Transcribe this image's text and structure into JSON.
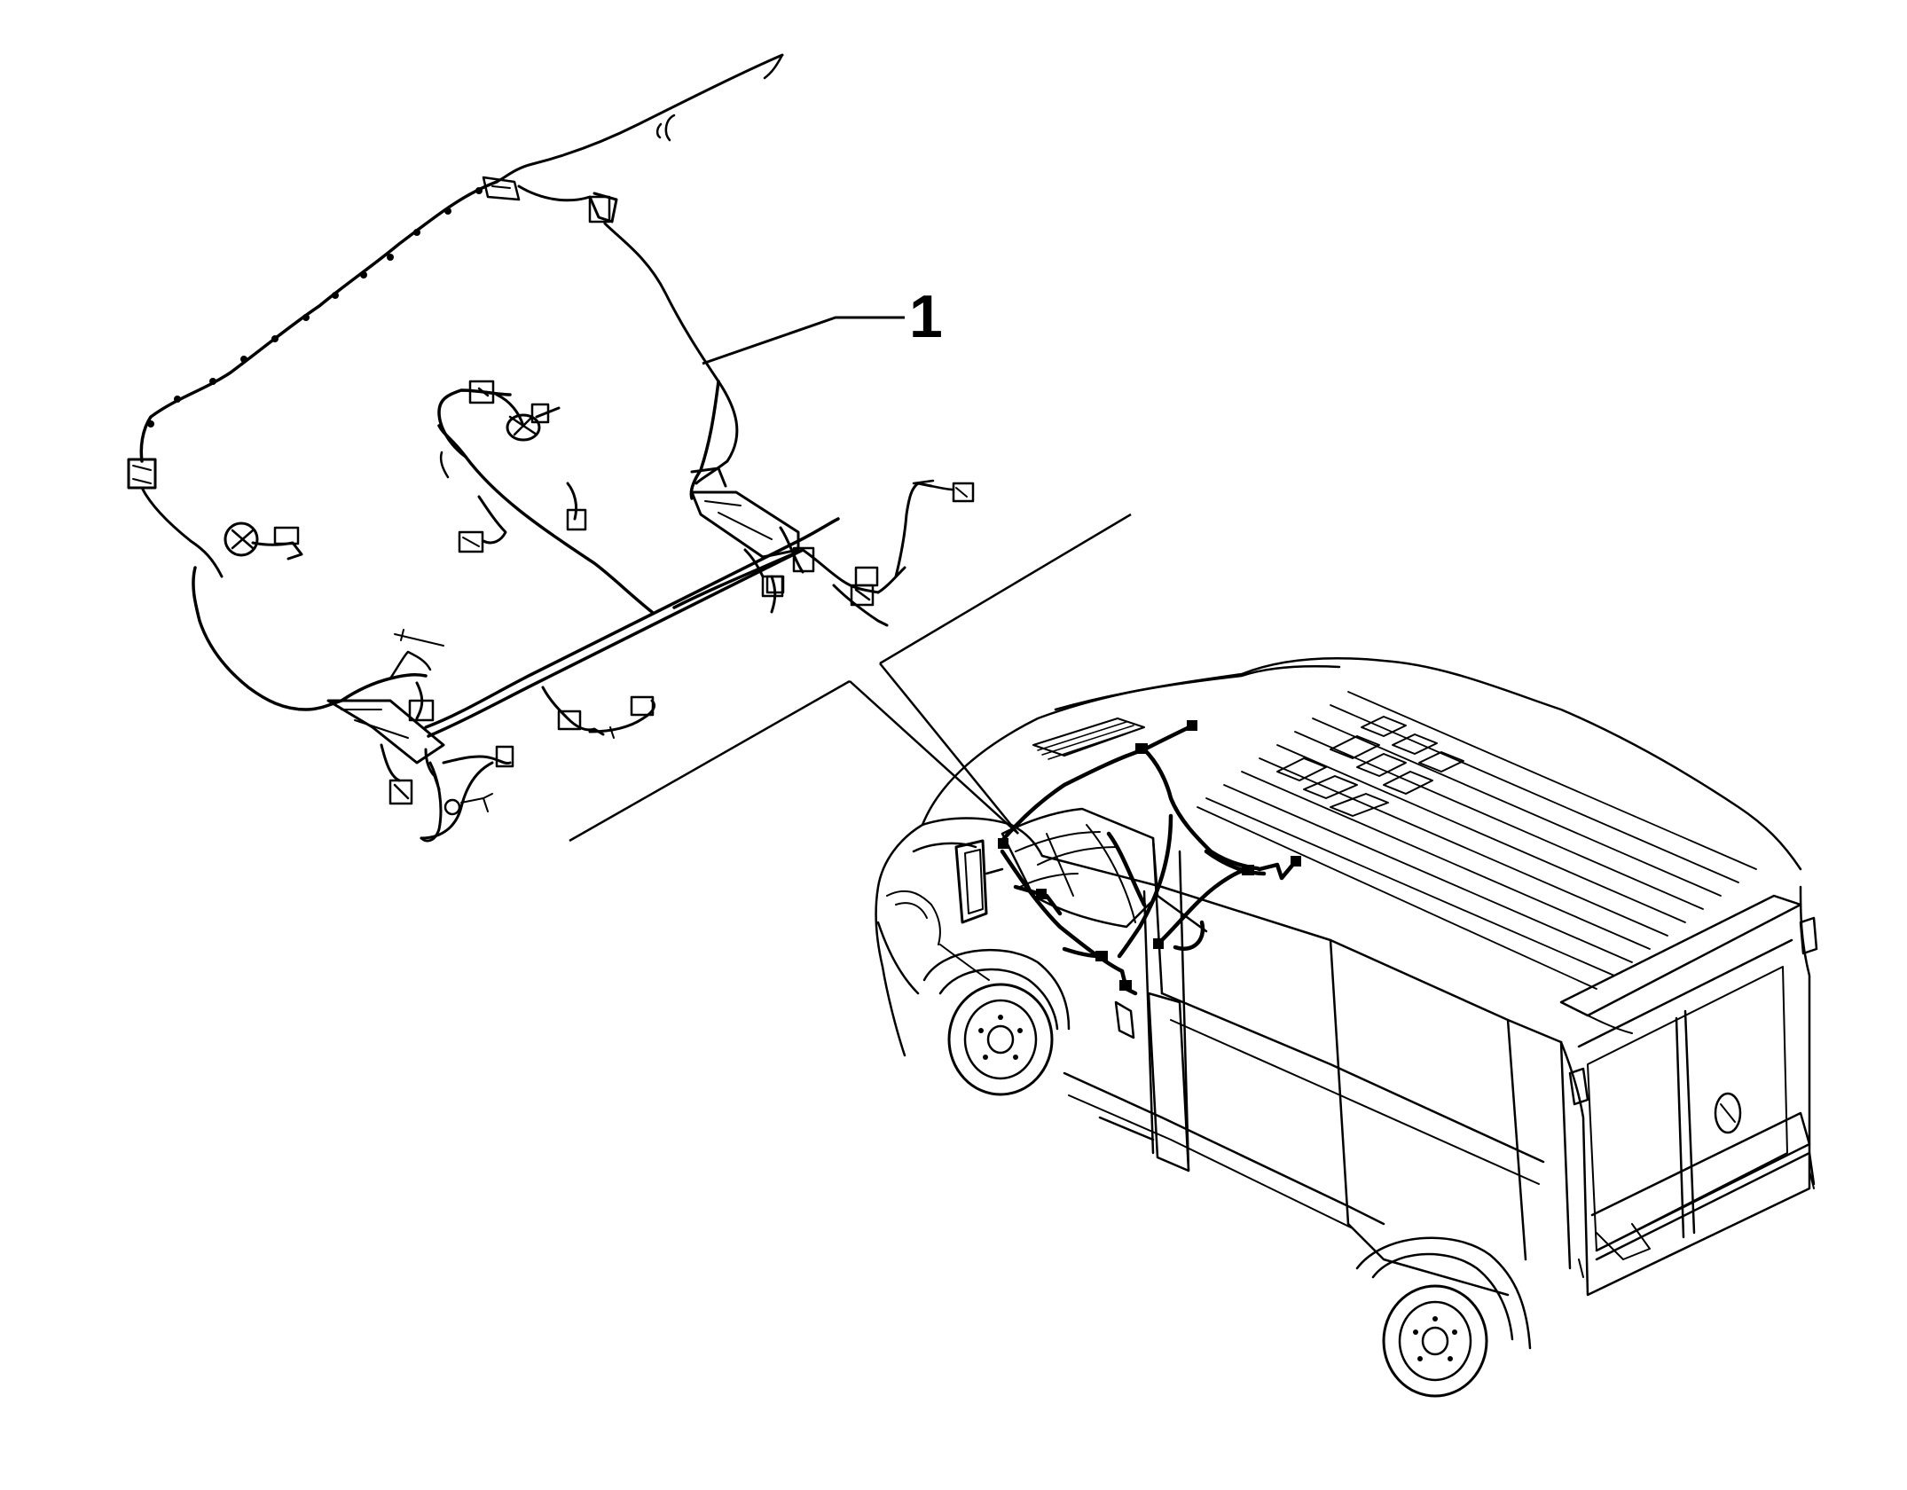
{
  "diagram": {
    "callouts": [
      {
        "number": "1"
      }
    ],
    "colors": {
      "line": "#000000",
      "background": "#ffffff"
    },
    "icons": {
      "harness": "wiring-harness",
      "vehicle": "van-body"
    }
  }
}
